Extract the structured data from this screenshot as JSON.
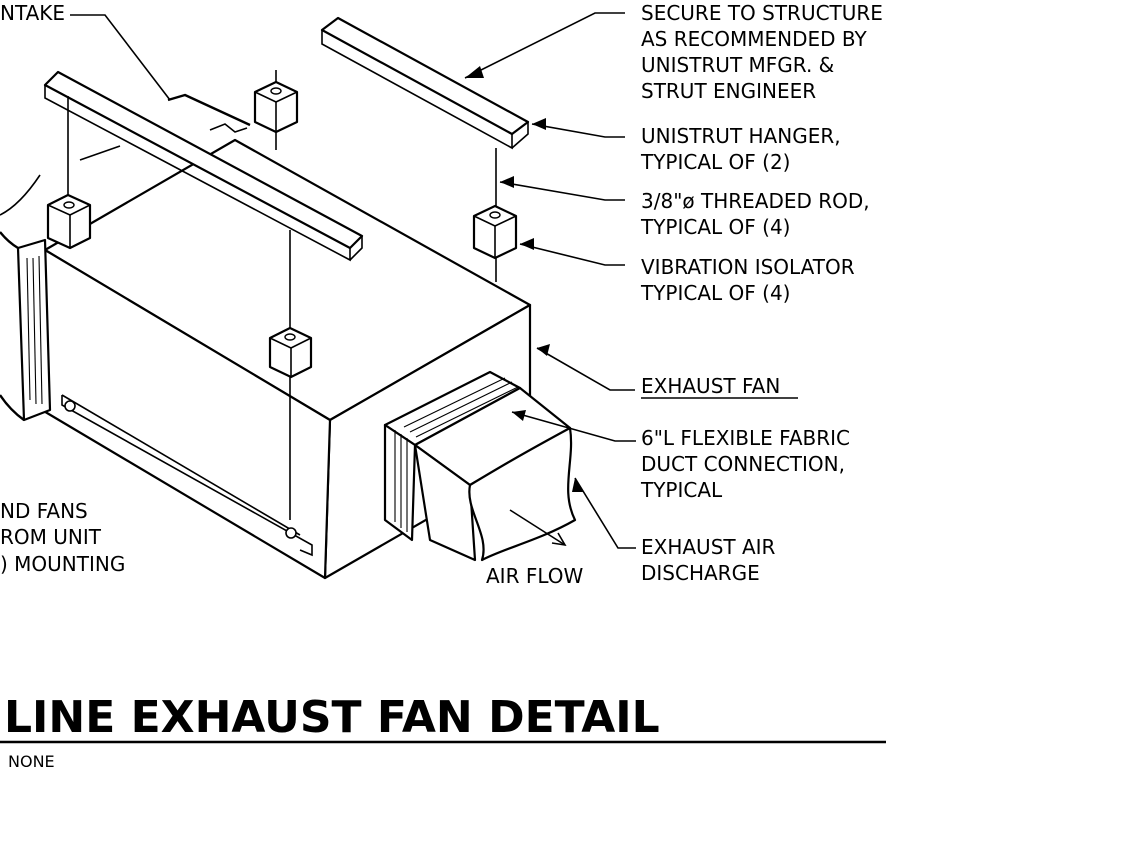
{
  "labels": {
    "intake": "NTAKE",
    "secure": [
      "SECURE TO STRUCTURE",
      "AS RECOMMENDED BY",
      "UNISTRUT MFGR. &",
      "STRUT ENGINEER"
    ],
    "hanger": [
      "UNISTRUT HANGER,",
      "TYPICAL OF (2)"
    ],
    "rod": [
      "3/8\"ø THREADED ROD,",
      "TYPICAL OF (4)"
    ],
    "isolator": [
      "VIBRATION ISOLATOR",
      "TYPICAL OF (4)"
    ],
    "exhaust_fan": "EXHAUST FAN",
    "flex": [
      "6\"L FLEXIBLE FABRIC",
      "DUCT CONNECTION,",
      "TYPICAL"
    ],
    "discharge": [
      "EXHAUST AIR",
      "DISCHARGE"
    ],
    "air_flow": "AIR FLOW",
    "left_note": [
      "ND FANS",
      "ROM UNIT",
      ") MOUNTING"
    ]
  },
  "title": "LINE EXHAUST FAN DETAIL",
  "scale": "NONE"
}
